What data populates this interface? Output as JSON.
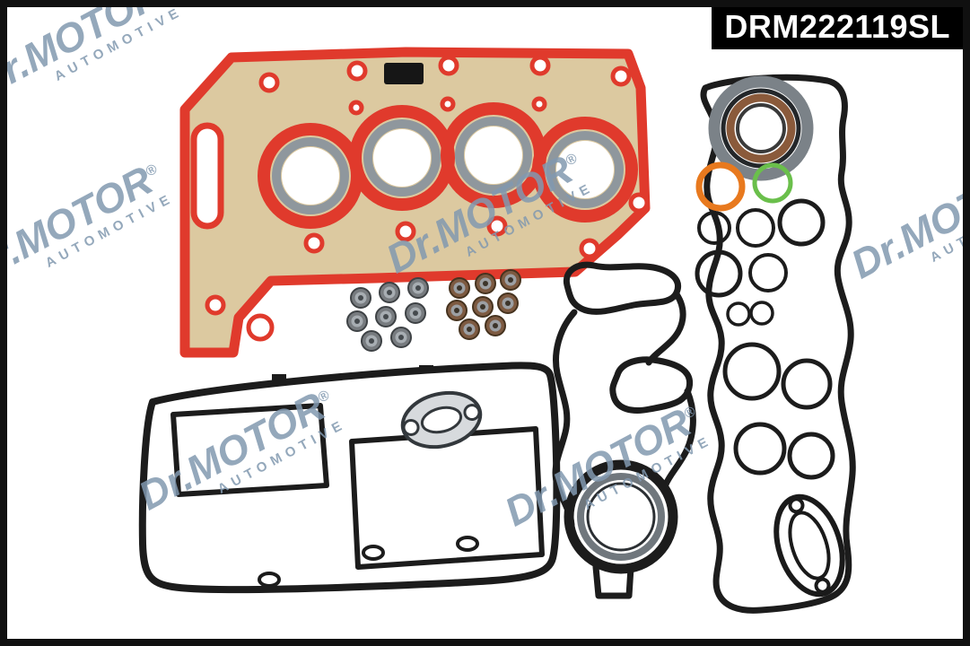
{
  "label": {
    "part_number": "DRM222119SL"
  },
  "watermark": {
    "brand": "Dr.MOTOR",
    "registered": "®",
    "subtitle": "AUTOMOTIVE"
  },
  "colors": {
    "frame": "#101010",
    "labelBg": "#000000",
    "labelText": "#ffffff",
    "watermark": "#8299b0",
    "red": "#e03a2c",
    "beige": "#dcc9a0",
    "metal": "#8f979d",
    "gasketBlack": "#1c1c1c",
    "orange": "#e8791e",
    "green": "#6abf4b",
    "brown": "#8a5a3b",
    "sealGray": "#777b7f",
    "sealBrown": "#7d5a41"
  }
}
